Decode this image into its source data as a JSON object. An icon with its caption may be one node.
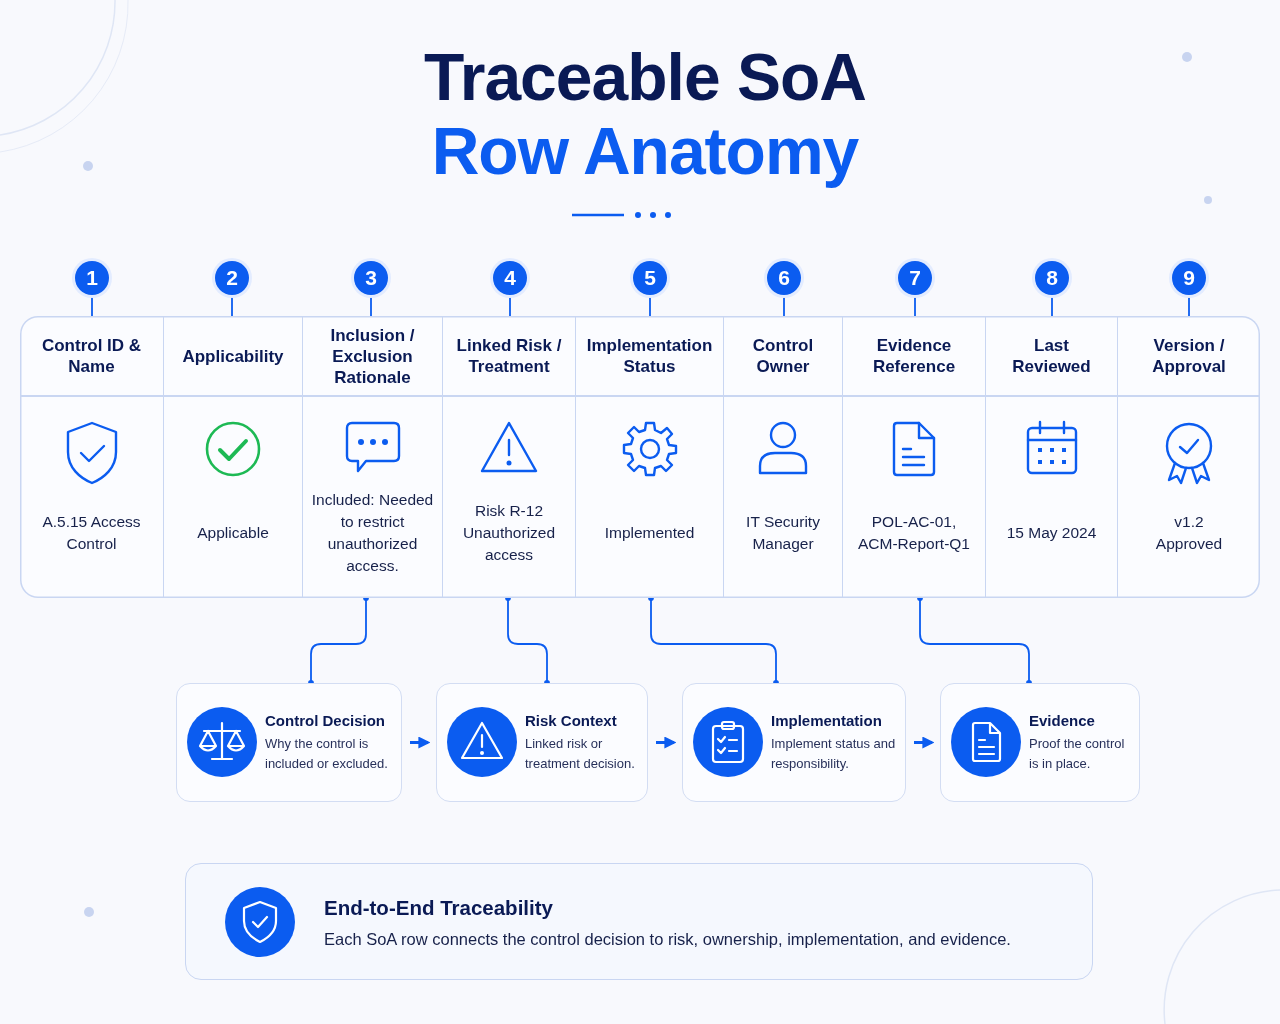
{
  "diagram": {
    "title": "Traceable SoA Row Anatomy",
    "nodes": [
      {
        "text": [],
        "shape": "box"
      },
      {
        "text": [
          "Control ID & Name",
          "A.5.15 Access Control"
        ],
        "in": 0
      },
      {
        "text": [
          "Applicability",
          "Applicable"
        ],
        "in": 0
      },
      {
        "text": [
          "Inclusion / Exclusion Rationale",
          "Included: Needed to restrict unauthorized access."
        ],
        "in": 0
      },
      {
        "text": [
          "Linked Risk / Treatment",
          "Risk R-12 Unauthorized access"
        ],
        "in": 0
      },
      {
        "text": [
          "Implementation Status",
          "Implemented"
        ],
        "in": 0
      },
      {
        "text": [
          "Control Owner",
          "IT Security Manager"
        ],
        "in": 0
      },
      {
        "text": [
          "Evidence Reference",
          "POL-AC-01, ACM-Report-Q1"
        ],
        "in": 0
      },
      {
        "text": [
          "Last Reviewed",
          "15 May 2024"
        ],
        "in": 0
      },
      {
        "text": [
          "Version / Approval",
          "v1.2 Approved"
        ],
        "in": 0
      },
      {
        "text": [
          "1"
        ]
      },
      {
        "text": [
          "2"
        ]
      },
      {
        "text": [
          "3"
        ]
      },
      {
        "text": [
          "4"
        ]
      },
      {
        "text": [
          "5"
        ]
      },
      {
        "text": [
          "6"
        ]
      },
      {
        "text": [
          "7"
        ]
      },
      {
        "text": [
          "8"
        ]
      },
      {
        "text": [
          "9"
        ]
      },
      {
        "text": [
          "Control Decision",
          "Why the control is included or excluded."
        ]
      },
      {
        "text": [
          "Risk Context",
          "Linked risk or treatment decision."
        ]
      },
      {
        "text": [
          "Implementation",
          "Implement status and responsibility."
        ]
      },
      {
        "text": [
          "Evidence",
          "Proof the control is in place."
        ]
      },
      {
        "text": [
          "End-to-End Traceability",
          "Each SoA row connects the control decision to risk, ownership, implementation, and evidence."
        ]
      }
    ],
    "edges": [
      {
        "from": 10,
        "to": 1,
        "arrow": "none"
      },
      {
        "from": 11,
        "to": 2,
        "arrow": "none"
      },
      {
        "from": 12,
        "to": 3,
        "arrow": "none"
      },
      {
        "from": 13,
        "to": 4,
        "arrow": "none"
      },
      {
        "from": 14,
        "to": 5,
        "arrow": "none"
      },
      {
        "from": 15,
        "to": 6,
        "arrow": "none"
      },
      {
        "from": 16,
        "to": 7,
        "arrow": "none"
      },
      {
        "from": 17,
        "to": 8,
        "arrow": "none"
      },
      {
        "from": 18,
        "to": 9,
        "arrow": "none"
      },
      {
        "from": 3,
        "to": 19,
        "arrow": "other"
      },
      {
        "from": 4,
        "to": 20,
        "arrow": "other"
      },
      {
        "from": 5,
        "to": 21,
        "arrow": "other"
      },
      {
        "from": 7,
        "to": 22,
        "arrow": "other"
      },
      {
        "from": 19,
        "to": 20,
        "arrow": "to"
      },
      {
        "from": 20,
        "to": 21,
        "arrow": "to"
      },
      {
        "from": 21,
        "to": 22,
        "arrow": "to"
      }
    ]
  }
}
